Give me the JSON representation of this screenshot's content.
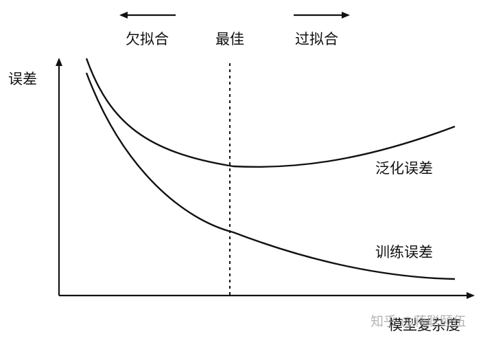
{
  "y_axis_label": "误差",
  "x_axis_label": "模型复杂度",
  "regions": {
    "left": "欠拟合",
    "center": "最佳",
    "right": "过拟合"
  },
  "curves": {
    "generalization": "泛化误差",
    "training": "训练误差"
  },
  "watermark": "知乎 @蒋聪颐伍"
}
